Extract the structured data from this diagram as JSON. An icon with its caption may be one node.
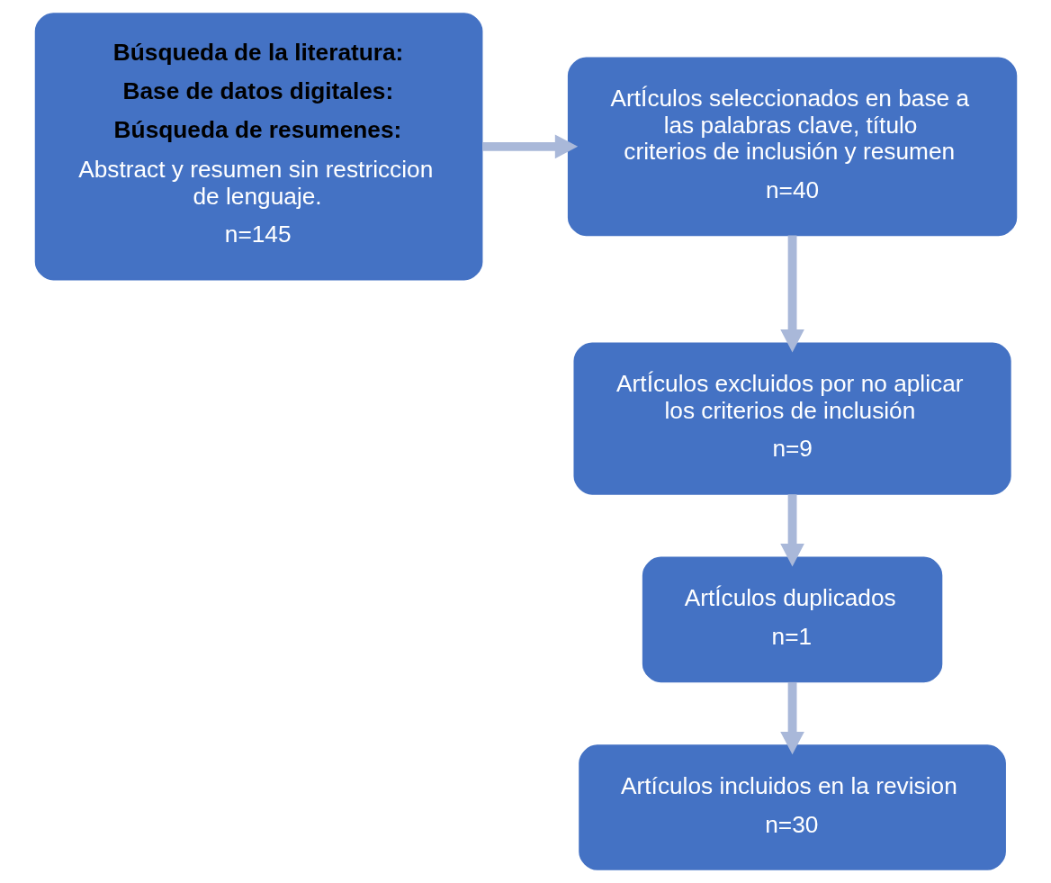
{
  "diagram": {
    "nodes": [
      {
        "text": [
          "Búsqueda de la literatura:",
          "Base de datos digitales:",
          "Búsqueda de resumenes:",
          "Abstract y resumen sin restriccion de lenguaje.",
          "n=145"
        ]
      },
      {
        "text": [
          "ArtÍculos seleccionados en base a las palabras clave, título criterios de inclusión y resumen",
          "n=40"
        ]
      },
      {
        "text": [
          "ArtÍculos excluidos por no aplicar los criterios de inclusión",
          "n=9"
        ]
      },
      {
        "text": [
          "ArtÍculos duplicados",
          "n=1"
        ]
      },
      {
        "text": [
          "Artículos incluidos en la revision",
          "n=30"
        ]
      }
    ],
    "edges": [
      {
        "from": 0,
        "to": 1,
        "arrow": "to"
      },
      {
        "from": 1,
        "to": 2,
        "arrow": "to"
      },
      {
        "from": 2,
        "to": 3,
        "arrow": "to"
      },
      {
        "from": 3,
        "to": 4,
        "arrow": "to"
      }
    ]
  }
}
